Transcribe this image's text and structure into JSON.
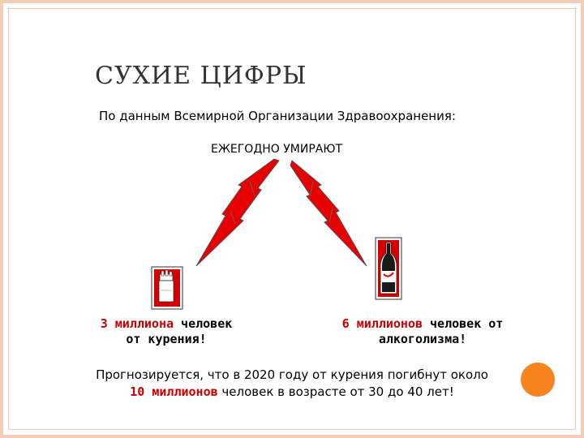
{
  "slide": {
    "title": "СУХИЕ ЦИФРЫ",
    "subtitle": "По данным Всемирной Организации Здравоохранения:",
    "heading": "ЕЖЕГОДНО УМИРАЮТ",
    "smoking": {
      "number": "3 миллиона",
      "rest_line1": " человек",
      "line2": "от курения!",
      "icon": "cigarette-pack-icon"
    },
    "alcohol": {
      "number": "6 миллионов",
      "rest_line1": " человек от",
      "line2": "алкоголизма!",
      "icon": "bottle-icon"
    },
    "forecast": {
      "line1": "Прогнозируется, что в 2020 году от курения погибнут около",
      "number": "10 миллионов",
      "rest": " человек в возрасте от 30 до 40 лет!"
    }
  },
  "colors": {
    "frame": "#f3cdb8",
    "accent_red": "#cc0000",
    "bolt_red": "#e60000",
    "orange_circle": "#f7831e"
  }
}
